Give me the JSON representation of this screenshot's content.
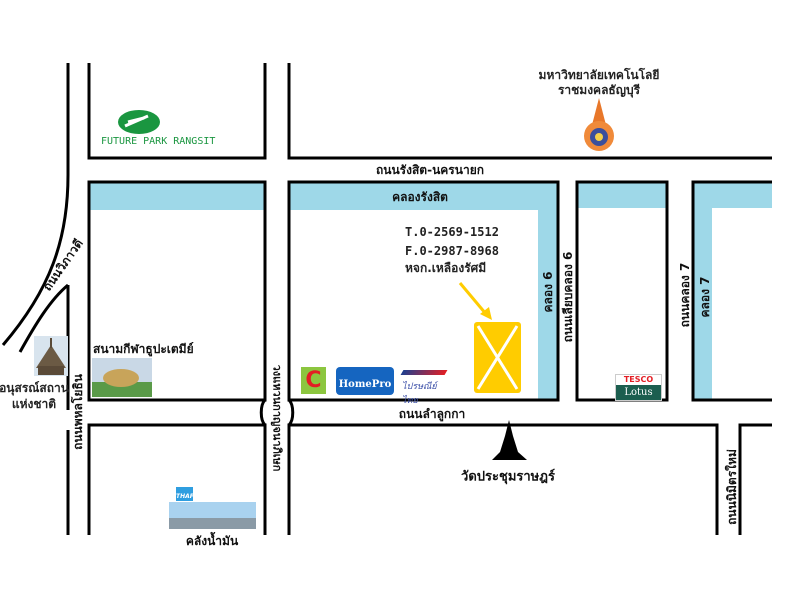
{
  "title_block": {
    "phone": "T.0-2569-1512",
    "fax": "F.0-2987-8968",
    "company": "หจก.เหลืองรัศมี"
  },
  "roads": {
    "rangsit_nakhon_nayok": "ถนนรังสิต-นครนายก",
    "lam_luk_ka": "ถนนลำลูกกา",
    "phahonyothin": "ถนนพหลโยธิน",
    "vibhavadi": "ถนนวิภาวดี",
    "kanchanaphisek": "วงแหวนกาญจนาภิเษก",
    "liap_khlong_6": "ถนนเลียบคลอง 6",
    "khlong_7_road": "ถนนคลอง 7",
    "nimit_mai": "ถนนนิมิตรใหม่"
  },
  "canals": {
    "rangsit": "คลองรังสิต",
    "khlong_6": "คลอง 6",
    "khlong_7": "คลอง 7"
  },
  "landmarks": {
    "future_park": "FUTURE PARK RANGSIT",
    "university_line1": "มหาวิทยาลัยเทคโนโลยี",
    "university_line2": "ราชมงคลธัญบุรี",
    "stadium": "สนามกีฬาธูปะเตมีย์",
    "monument_line1": "อนุสรณ์สถาน",
    "monument_line2": "แห่งชาติ",
    "homepro": "HomePro",
    "bigc": "C",
    "thailand_post": "ไปรษณีย์ไทย",
    "tesco": "TESCO",
    "lotus": "Lotus",
    "temple": "วัดประชุมราษฎร์",
    "oil_depot": "คลังน้ำมัน",
    "thappline": "THAPP"
  },
  "colors": {
    "canal": "#9ed8e8",
    "road_line": "#000000",
    "destination": "#ffcc00",
    "future_park": "#1a9640",
    "homepro": "#1565c0"
  }
}
